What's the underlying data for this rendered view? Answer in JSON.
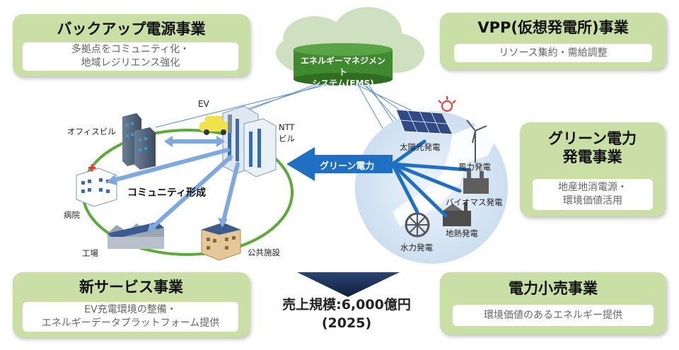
{
  "cards": {
    "backup": {
      "title": "バックアップ電源事業",
      "lines": [
        "多拠点をコミュニティ化・",
        "地域レジリエンス強化"
      ]
    },
    "vpp": {
      "title": "VPP(仮想発電所)事業",
      "lines": [
        "リソース集約・需給調整"
      ]
    },
    "green": {
      "title_lines": [
        "グリーン電力",
        "発電事業"
      ],
      "lines": [
        "地産地消電源・",
        "環境価値活用"
      ]
    },
    "newservice": {
      "title": "新サービス事業",
      "lines": [
        "EV充電環境の整備・",
        "エネルギーデータプラットフォーム提供"
      ]
    },
    "retail": {
      "title": "電力小売事業",
      "lines": [
        "環境価値のあるエネルギー提供"
      ]
    }
  },
  "ems": {
    "lines": [
      "エネルギーマネジメント",
      "システム(EMS)"
    ]
  },
  "community": {
    "label": "コミュニティ形成",
    "ev": "EV",
    "office": "オフィスビル",
    "ntt_lines": [
      "NTT",
      "ビル"
    ],
    "hospital": "病院",
    "factory": "工場",
    "public": "公共施設"
  },
  "generation": {
    "solar": "太陽光発電",
    "wind": "風力発電",
    "biomass": "バイオマス発電",
    "geothermal": "地熱発電",
    "hydro": "水力発電"
  },
  "green_power": "グリーン電力",
  "sales": {
    "line1": "売上規模:6,000億円",
    "line2": "(2025)"
  },
  "colors": {
    "card_bg": "#c9dfa6",
    "ems": "#3f8a2e",
    "arrow_blue": "#1f6fc4",
    "dark_arrow": "#1f3563"
  }
}
